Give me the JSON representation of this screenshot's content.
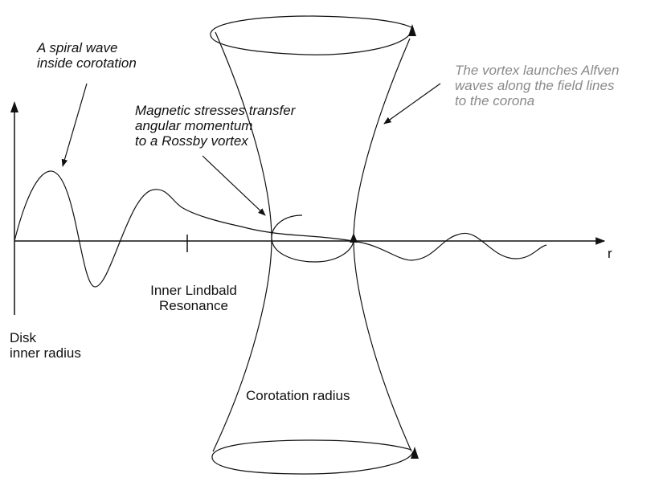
{
  "labels": {
    "spiral_wave": [
      "A spiral wave",
      "inside corotation"
    ],
    "magnetic": [
      "Magnetic stresses transfer",
      "angular momentum",
      "to a Rossby vortex"
    ],
    "vortex": [
      "The vortex launches Alfven",
      "waves along the field lines",
      "to the corona"
    ],
    "axis_r": "r",
    "lindblad": [
      "Inner Lindbald",
      "Resonance"
    ],
    "disk": [
      "Disk",
      "inner radius"
    ],
    "corotation": "Corotation radius"
  },
  "colors": {
    "ink": "#111111",
    "grey_note": "#8a8a8a",
    "background": "#ffffff"
  }
}
